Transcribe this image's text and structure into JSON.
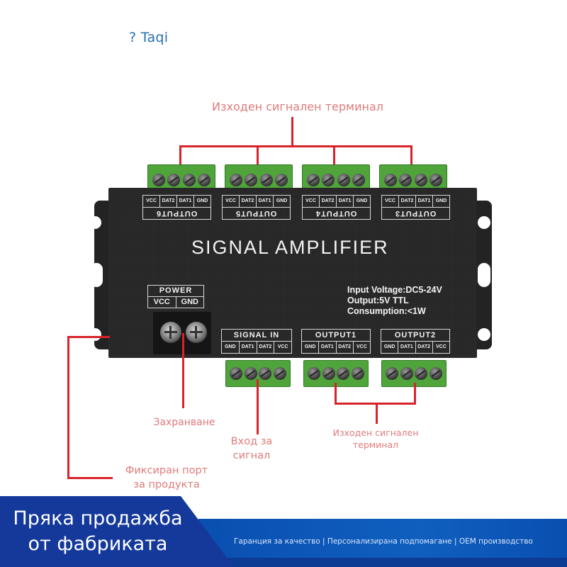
{
  "brand": {
    "label": "? Taqi",
    "color": "#2a6db0"
  },
  "annotations": {
    "top_output": "Изходен сигнален терминал",
    "power": "Захранване",
    "signal_in_line1": "Вход за",
    "signal_in_line2": "сигнал",
    "bottom_output_line1": "Изходен сигнален",
    "bottom_output_line2": "терминал",
    "mount_line1": "Фиксиран порт",
    "mount_line2": "за продукта",
    "line_color": "#d8232a",
    "text_color": "#e07a7a"
  },
  "device": {
    "title": "SIGNAL AMPLIFIER",
    "specs": {
      "input_voltage": "Input Voltage:DC5-24V",
      "output": "Output:5V TTL",
      "consumption": "Consumption:<1W"
    },
    "power": {
      "title": "POWER",
      "pins": [
        "VCC",
        "GND"
      ]
    },
    "top_ports": [
      {
        "name": "OUTPUT6",
        "pins": [
          "VCC",
          "DAT2",
          "DAT1",
          "GND"
        ]
      },
      {
        "name": "OUTPUT5",
        "pins": [
          "VCC",
          "DAT2",
          "DAT1",
          "GND"
        ]
      },
      {
        "name": "OUTPUT4",
        "pins": [
          "VCC",
          "DAT2",
          "DAT1",
          "GND"
        ]
      },
      {
        "name": "OUTPUT3",
        "pins": [
          "VCC",
          "DAT2",
          "DAT1",
          "GND"
        ]
      }
    ],
    "bottom_ports": [
      {
        "name": "SIGNAL IN",
        "pins": [
          "GND",
          "DAT1",
          "DAT2",
          "VCC"
        ]
      },
      {
        "name": "OUTPUT1",
        "pins": [
          "GND",
          "DAT1",
          "DAT2",
          "VCC"
        ]
      },
      {
        "name": "OUTPUT2",
        "pins": [
          "GND",
          "DAT1",
          "DAT2",
          "VCC"
        ]
      }
    ]
  },
  "banner": {
    "title_line1": "Пряка продажба",
    "title_line2": "от фабриката",
    "tags": "Гаранция за качество | Персонализирана подпомагане | OEM производство",
    "dark_color": "#14399a",
    "light_color": "#0f5fbf"
  }
}
